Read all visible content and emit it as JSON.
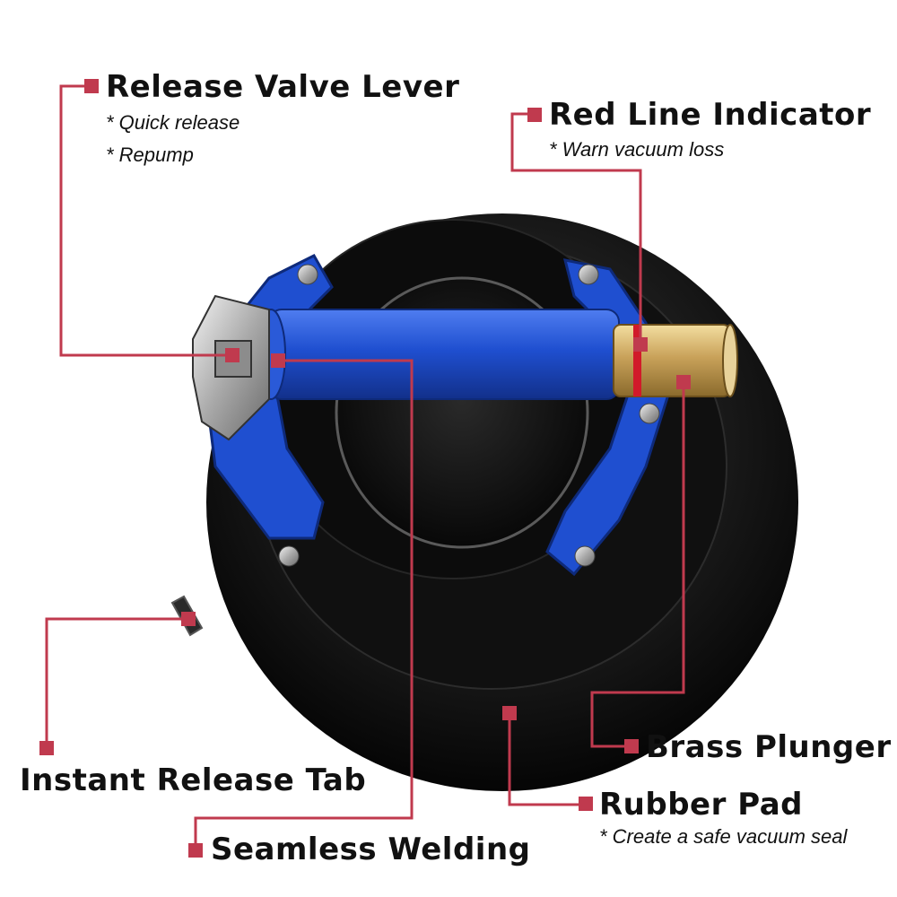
{
  "colors": {
    "accent": "#c03a4e",
    "pad": "#141414",
    "handle": "#1f4fd0",
    "brass": "#c9a25a"
  },
  "callouts": {
    "release_valve": {
      "title": "Release Valve Lever",
      "notes": [
        "* Quick release",
        "* Repump"
      ]
    },
    "red_line": {
      "title": "Red Line Indicator",
      "notes": [
        "* Warn vacuum loss"
      ]
    },
    "brass_plunger": {
      "title": "Brass Plunger"
    },
    "instant_release": {
      "title": "Instant Release Tab"
    },
    "rubber_pad": {
      "title": "Rubber Pad",
      "notes": [
        "* Create a safe vacuum seal"
      ]
    },
    "seamless_welding": {
      "title": "Seamless Welding"
    }
  }
}
